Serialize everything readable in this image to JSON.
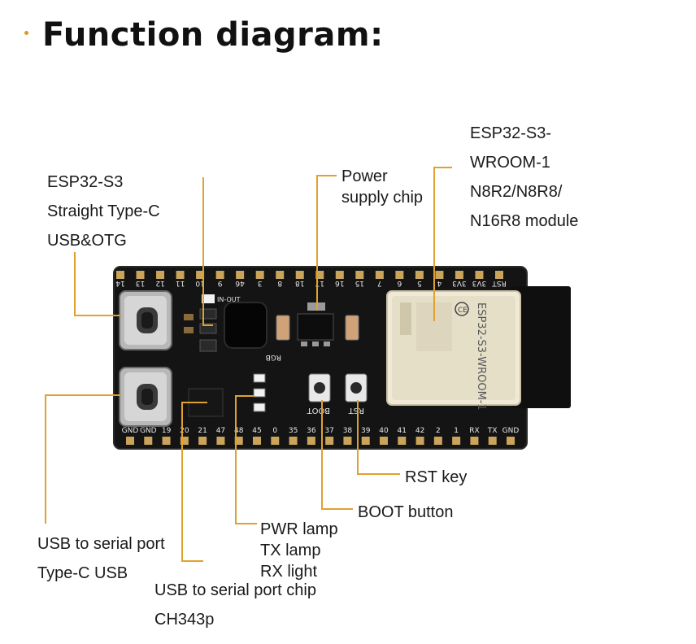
{
  "title": "Function diagram:",
  "colors": {
    "leader": "#e0a22e",
    "board": "#141414",
    "module": "#efe9d6",
    "pin_label": "#e8e8e8"
  },
  "callouts": {
    "typec_otg": [
      "ESP32-S3",
      "Straight Type-C",
      "USB&OTG"
    ],
    "power_chip": [
      "Power",
      "supply chip"
    ],
    "module": [
      "ESP32-S3-",
      "WROOM-1",
      "N8R2/N8R8/",
      "N16R8 module"
    ],
    "rst_key": "RST key",
    "boot_button": "BOOT button",
    "lamps": [
      "PWR lamp",
      "TX lamp",
      "RX light"
    ],
    "usb_serial_port": [
      "USB to serial port",
      "Type-C USB"
    ],
    "usb_serial_chip": [
      "USB to serial port chip",
      "CH343p"
    ]
  },
  "board": {
    "top_pins": [
      "RST",
      "3V3",
      "3V3",
      "4",
      "5",
      "6",
      "7",
      "15",
      "16",
      "17",
      "18",
      "8",
      "3",
      "46",
      "9",
      "10",
      "11",
      "12",
      "13",
      "14"
    ],
    "bottom_pins": [
      "GND",
      "GND",
      "19",
      "20",
      "21",
      "47",
      "48",
      "45",
      "0",
      "35",
      "36",
      "37",
      "38",
      "39",
      "40",
      "41",
      "42",
      "2",
      "1",
      "RX",
      "TX",
      "GND"
    ],
    "silk": {
      "in_out": "IN-OUT",
      "rgb": "RGB",
      "boot": "BOOT",
      "rst": "RST",
      "module_brand": "ESP32-S3-WROOM-1"
    }
  }
}
